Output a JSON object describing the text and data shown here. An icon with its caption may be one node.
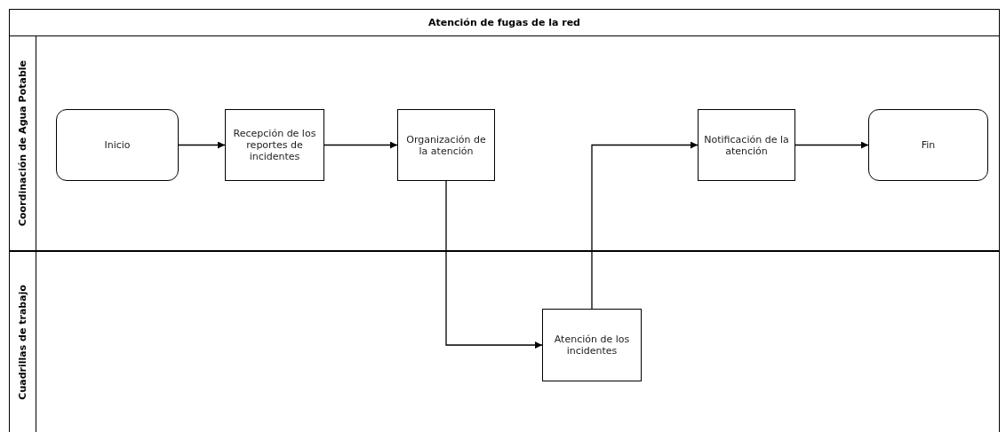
{
  "diagram": {
    "nodes": [
      {
        "text": [
          "Atención de fugas de la red"
        ]
      },
      {
        "text": [
          "Coordinación de Agua Potable"
        ],
        "in": 0
      },
      {
        "text": [
          "Cuadrillas de trabajo"
        ],
        "in": 0
      },
      {
        "text": [
          "Inicio"
        ],
        "in": 1
      },
      {
        "text": [
          "Recepción de los reportes de incidentes"
        ],
        "in": 1
      },
      {
        "text": [
          "Organización de la atención"
        ],
        "in": 1
      },
      {
        "text": [
          "Notificación de la atención"
        ],
        "in": 1
      },
      {
        "text": [
          "Fin"
        ],
        "in": 1
      },
      {
        "text": [
          "Atención de los incidentes"
        ],
        "in": 2
      }
    ],
    "edges": [
      {
        "from": 3,
        "to": 4,
        "arrow": "to"
      },
      {
        "from": 4,
        "to": 5,
        "arrow": "to"
      },
      {
        "from": 5,
        "to": 8,
        "arrow": "to"
      },
      {
        "from": 8,
        "to": 6,
        "arrow": "to"
      },
      {
        "from": 6,
        "to": 7,
        "arrow": "to"
      }
    ]
  }
}
